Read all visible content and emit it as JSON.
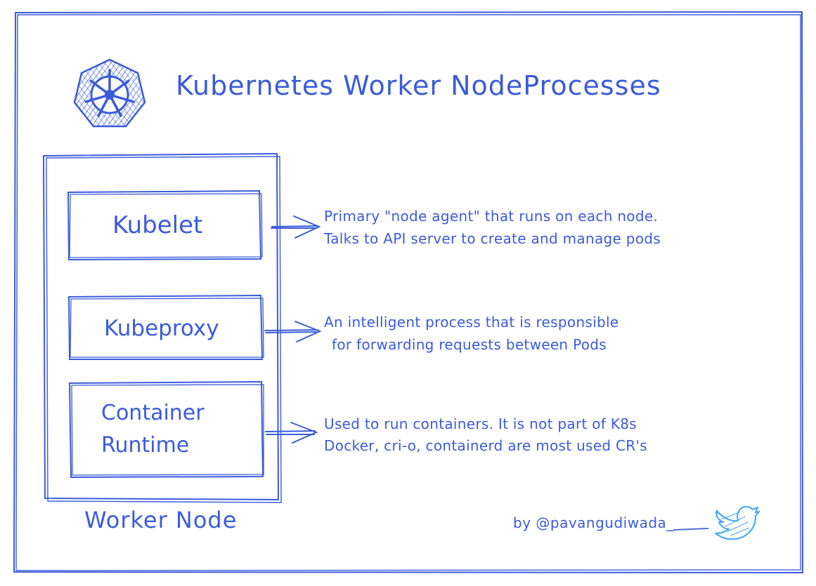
{
  "title": "Kubernetes Worker NodeProcesses",
  "worker_node": {
    "caption": "Worker Node",
    "components": [
      {
        "label": "Kubelet",
        "description": [
          "Primary \"node agent\" that runs on each node.",
          "Talks to API server to create and manage pods"
        ]
      },
      {
        "label": "Kubeproxy",
        "description": [
          "An intelligent process that is responsible",
          "for forwarding requests between Pods"
        ]
      },
      {
        "label_lines": [
          "Container",
          "Runtime"
        ],
        "description": [
          "Used to run containers. It is not part of K8s",
          "Docker, cri-o, containerd are most used CR's"
        ]
      }
    ]
  },
  "credit": "by @pavangudiwada_",
  "icons": {
    "logo": "kubernetes-helm-wheel-icon",
    "social": "twitter-bird-icon"
  },
  "colors": {
    "ink": "#3b5bdb",
    "bird": "#4dabf7",
    "background": "#ffffff"
  }
}
